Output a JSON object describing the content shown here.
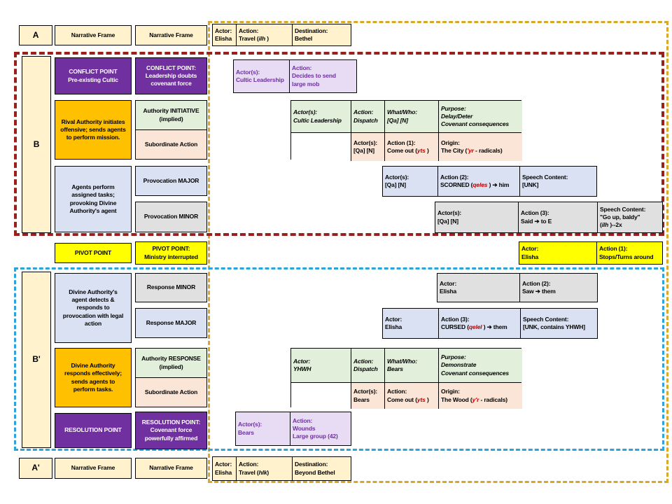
{
  "colors": {
    "accent_purple": "#7030A0",
    "orange": "#FFC000",
    "yellow": "#FFFF00",
    "cream": "#FFF2CC",
    "green": "#E2EFDA",
    "pink": "#FBE5D6",
    "blue": "#D9E1F2",
    "gray": "#E0E0E0",
    "light_purple": "#E7DCF4",
    "root_red": "#C00000",
    "region_outer_dash": "#D9A82A",
    "region_b_dash": "#9A211B",
    "region_b_prime_dash": "#2CA3DB"
  },
  "a": {
    "label": [
      [
        "A"
      ]
    ],
    "frame1": [
      [
        "Narrative Frame"
      ]
    ],
    "frame2": [
      [
        "Narrative Frame"
      ]
    ],
    "t_actor": [
      [
        "Actor:"
      ],
      [
        "Elisha"
      ]
    ],
    "t_action": [
      [
        "Action:"
      ],
      [
        "Travel (",
        {
          "t": "ilh",
          "i": 1
        },
        " )"
      ]
    ],
    "t_dest": [
      [
        "Destination:"
      ],
      [
        "Bethel"
      ]
    ]
  },
  "b": {
    "label": [
      [
        "B"
      ]
    ],
    "conflict1": [
      [
        "CONFLICT POINT"
      ],
      [
        "Pre-existing Cultic"
      ]
    ],
    "conflict2": [
      [
        "CONFLICT POINT:"
      ],
      [
        "Leadership doubts"
      ],
      [
        "covenant force"
      ]
    ],
    "cultic_actor": [
      [
        "Actor(s):"
      ],
      [
        "Cultic Leadership"
      ]
    ],
    "cultic_action": [
      [
        "Action:"
      ],
      [
        "Decides to send"
      ],
      [
        "large mob"
      ]
    ],
    "rival": [
      [
        "Rival Authority initiates"
      ],
      [
        "offensive; sends agents"
      ],
      [
        "to perform mission."
      ]
    ],
    "auth_initiative": [
      [
        "Authority INITIATIVE"
      ],
      [
        "(implied)"
      ]
    ],
    "subordinate": [
      [
        "Subordinate Action"
      ]
    ],
    "dis_h_actor": [
      [
        "Actor(s):"
      ],
      [
        "Cultic Leadership"
      ]
    ],
    "dis_h_action": [
      [
        "Action:"
      ],
      [
        "Dispatch"
      ]
    ],
    "dis_h_what": [
      [
        "What/Who:"
      ],
      [
        "[Qa] [N]"
      ]
    ],
    "dis_h_purpose": [
      [
        "Purpose:"
      ],
      [
        "Delay/Deter"
      ],
      [
        "Covenant consequences"
      ]
    ],
    "dis_actor": [
      [
        "Actor(s):"
      ],
      [
        "[Qa] [N]"
      ]
    ],
    "dis_action": [
      [
        "Action (1):"
      ],
      [
        "Come out (",
        {
          "t": "yts",
          "i": 1,
          "r": 1
        },
        " )"
      ]
    ],
    "dis_origin": [
      [
        "Origin:"
      ],
      [
        "The City (",
        {
          "t": "'yr",
          "i": 1,
          "r": 1
        },
        " -  radicals)"
      ]
    ],
    "agents": [
      [
        "Agents perform"
      ],
      [
        "assigned tasks;"
      ],
      [
        "provoking Divine"
      ],
      [
        "Authority's agent"
      ]
    ],
    "prov_major": [
      [
        "Provocation MAJOR"
      ]
    ],
    "prov_minor": [
      [
        "Provocation MINOR"
      ]
    ],
    "sc_actor": [
      [
        "Actor(s):"
      ],
      [
        "[Qa] [N]"
      ]
    ],
    "sc_action": [
      [
        "Action (2):"
      ],
      [
        "SCORNED (",
        {
          "t": "qeles",
          "i": 1,
          "r": 1
        },
        " ) ➔ him"
      ]
    ],
    "sc_speech": [
      [
        "Speech Content:"
      ],
      [
        "[UNK]"
      ]
    ],
    "sd_actor": [
      [
        "Actor(s):"
      ],
      [
        "[Qa] [N]"
      ]
    ],
    "sd_action": [
      [
        "Action (3):"
      ],
      [
        "Said ➔ to E"
      ]
    ],
    "sd_speech": [
      [
        "Speech Content:"
      ],
      [
        "\"Go up, baldy\""
      ],
      [
        "(",
        {
          "t": "ilh",
          "i": 1
        },
        " )--2x"
      ]
    ]
  },
  "pivot": {
    "p1": [
      [
        "PIVOT POINT"
      ]
    ],
    "p2": [
      [
        "PIVOT POINT:"
      ],
      [
        "Ministry interrupted"
      ]
    ],
    "actor": [
      [
        "Actor:"
      ],
      [
        "Elisha"
      ]
    ],
    "action": [
      [
        "Action (1):"
      ],
      [
        "Stops/Turns around"
      ]
    ]
  },
  "bp": {
    "label": [
      [
        "B'"
      ]
    ],
    "divine_agent": [
      [
        "Divine Authority's"
      ],
      [
        "agent detects &"
      ],
      [
        "responds to"
      ],
      [
        "provocation with legal"
      ],
      [
        "action"
      ]
    ],
    "resp_minor": [
      [
        "Response MINOR"
      ]
    ],
    "resp_major": [
      [
        "Response MAJOR"
      ]
    ],
    "saw_actor": [
      [
        "Actor:"
      ],
      [
        "Elisha"
      ]
    ],
    "saw_action": [
      [
        "Action (2):"
      ],
      [
        "Saw ➔ them"
      ]
    ],
    "cu_actor": [
      [
        "Actor:"
      ],
      [
        "Elisha"
      ]
    ],
    "cu_action": [
      [
        "Action (3):"
      ],
      [
        "CURSED (",
        {
          "t": "qelel",
          "i": 1,
          "r": 1
        },
        " ) ➔ them"
      ]
    ],
    "cu_speech": [
      [
        "Speech Content:"
      ],
      [
        "[UNK, contains YHWH]"
      ]
    ],
    "divine_resp": [
      [
        "Divine Authority"
      ],
      [
        "responds effectively;"
      ],
      [
        "sends agents to"
      ],
      [
        "perform tasks."
      ]
    ],
    "auth_response": [
      [
        "Authority RESPONSE"
      ],
      [
        "(implied)"
      ]
    ],
    "subordinate": [
      [
        "Subordinate Action"
      ]
    ],
    "dis_h_actor": [
      [
        "Actor:"
      ],
      [
        "YHWH"
      ]
    ],
    "dis_h_action": [
      [
        "Action:"
      ],
      [
        "Dispatch"
      ]
    ],
    "dis_h_what": [
      [
        "What/Who:"
      ],
      [
        "Bears"
      ]
    ],
    "dis_h_purpose": [
      [
        "Purpose:"
      ],
      [
        "Demonstrate"
      ],
      [
        "Covenant consequences"
      ]
    ],
    "dis_actor": [
      [
        "Actor(s):"
      ],
      [
        "Bears"
      ]
    ],
    "dis_action": [
      [
        "Action:"
      ],
      [
        "Come out (",
        {
          "t": "yts",
          "i": 1,
          "r": 1
        },
        " )"
      ]
    ],
    "dis_origin": [
      [
        "Origin:"
      ],
      [
        "The Wood (",
        {
          "t": "y'r",
          "i": 1,
          "r": 1
        },
        " -  radicals)"
      ]
    ],
    "resolution1": [
      [
        "RESOLUTION POINT"
      ]
    ],
    "resolution2": [
      [
        "RESOLUTION POINT:"
      ],
      [
        "Covenant force"
      ],
      [
        "powerfully affirmed"
      ]
    ],
    "bears_actor": [
      [
        "Actor(s):"
      ],
      [
        "Bears"
      ]
    ],
    "bears_action": [
      [
        "Action:"
      ],
      [
        "Wounds"
      ],
      [
        "Large group (42)"
      ]
    ]
  },
  "ap": {
    "label": [
      [
        "A'"
      ]
    ],
    "frame1": [
      [
        "Narrative Frame"
      ]
    ],
    "frame2": [
      [
        "Narrative Frame"
      ]
    ],
    "t_actor": [
      [
        "Actor:"
      ],
      [
        "Elisha"
      ]
    ],
    "t_action": [
      [
        "Action:"
      ],
      [
        "Travel (",
        {
          "t": "hlk",
          "i": 1
        },
        ")"
      ]
    ],
    "t_dest": [
      [
        "Destination:"
      ],
      [
        "Beyond Bethel"
      ]
    ]
  }
}
